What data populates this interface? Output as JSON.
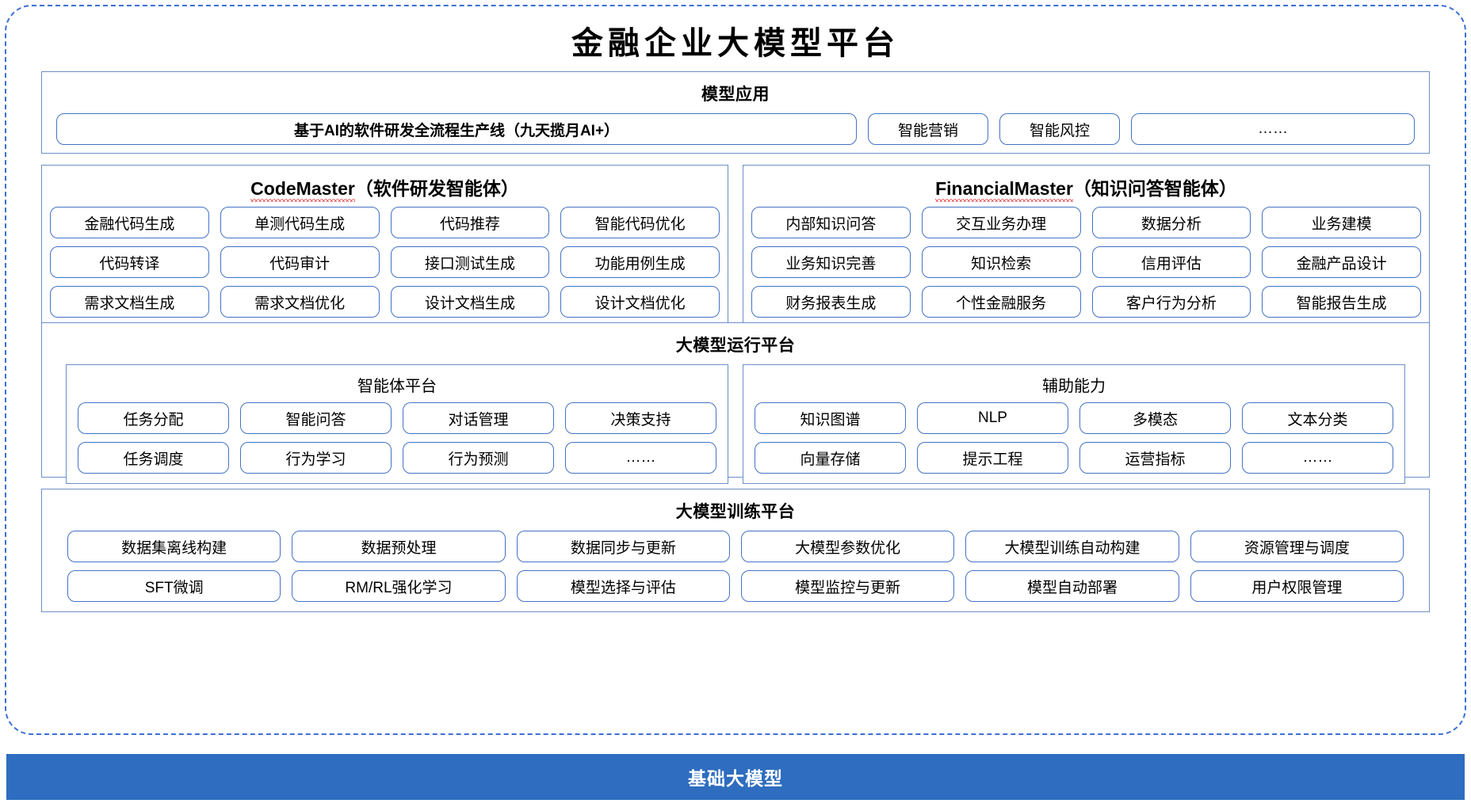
{
  "page": {
    "title": "金融企业大模型平台",
    "accent_blue": "#2E6DBF",
    "pill_border": "#4472C4",
    "panel_border": "#6C8FC7",
    "frame_border": "#3B6FD4"
  },
  "model_application": {
    "title": "模型应用",
    "hero": "基于AI的软件研发全流程生产线（九天揽月AI+）",
    "items": [
      "智能营销",
      "智能风控",
      "……"
    ]
  },
  "code_master": {
    "name": "CodeMaster",
    "suffix": "（软件研发智能体）",
    "items": [
      "金融代码生成",
      "单测代码生成",
      "代码推荐",
      "智能代码优化",
      "代码转译",
      "代码审计",
      "接口测试生成",
      "功能用例生成",
      "需求文档生成",
      "需求文档优化",
      "设计文档生成",
      "设计文档优化"
    ]
  },
  "financial_master": {
    "name": "FinancialMaster",
    "suffix": "（知识问答智能体）",
    "items": [
      "内部知识问答",
      "交互业务办理",
      "数据分析",
      "业务建模",
      "业务知识完善",
      "知识检索",
      "信用评估",
      "金融产品设计",
      "财务报表生成",
      "个性金融服务",
      "客户行为分析",
      "智能报告生成"
    ]
  },
  "runtime_platform": {
    "title": "大模型运行平台",
    "agent_platform": {
      "title": "智能体平台",
      "items": [
        "任务分配",
        "智能问答",
        "对话管理",
        "决策支持",
        "任务调度",
        "行为学习",
        "行为预测",
        "……"
      ]
    },
    "auxiliary": {
      "title": "辅助能力",
      "items": [
        "知识图谱",
        "NLP",
        "多模态",
        "文本分类",
        "向量存储",
        "提示工程",
        "运营指标",
        "……"
      ]
    }
  },
  "training_platform": {
    "title": "大模型训练平台",
    "items": [
      "数据集离线构建",
      "数据预处理",
      "数据同步与更新",
      "大模型参数优化",
      "大模型训练自动构建",
      "资源管理与调度",
      "SFT微调",
      "RM/RL强化学习",
      "模型选择与评估",
      "模型监控与更新",
      "模型自动部署",
      "用户权限管理"
    ]
  },
  "base_model": {
    "label": "基础大模型"
  }
}
